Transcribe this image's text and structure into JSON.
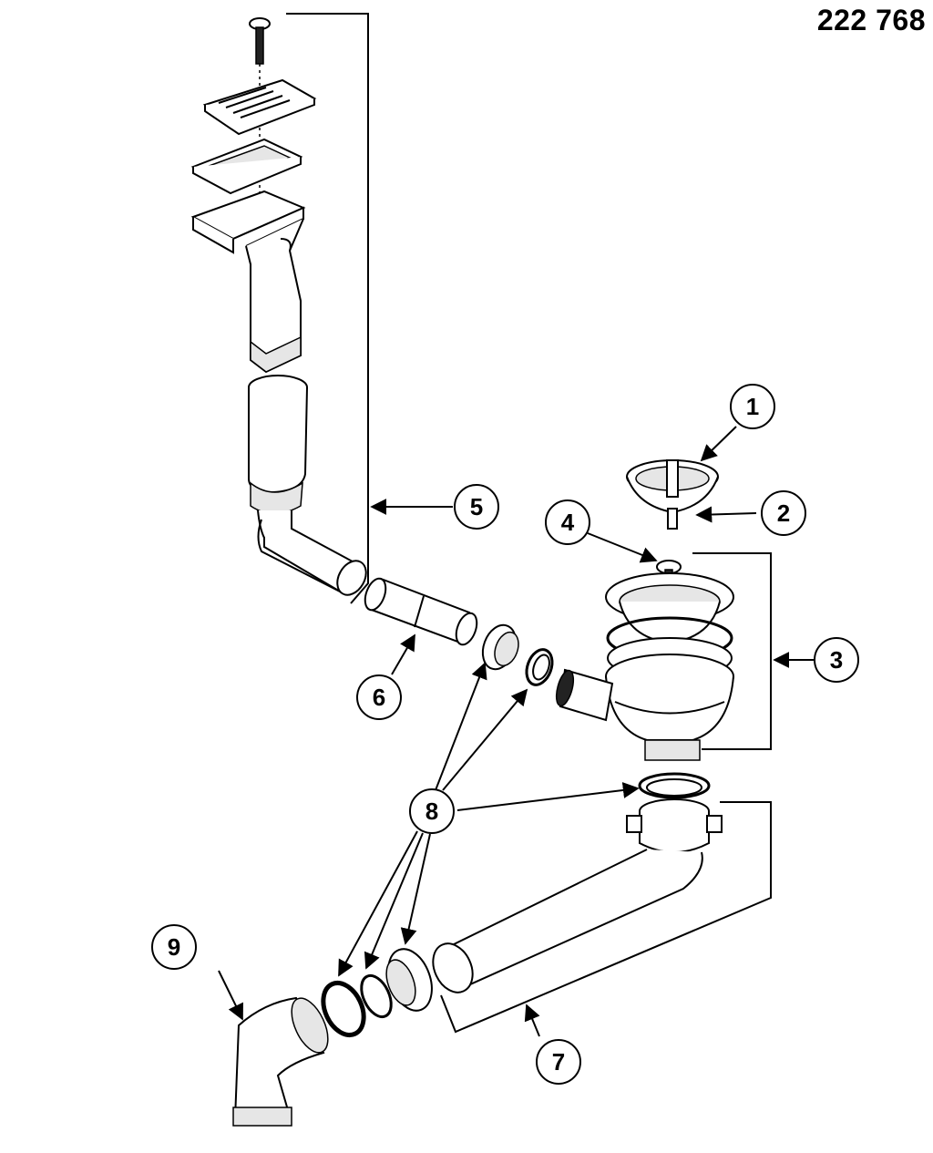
{
  "header": {
    "part_number": "222 768"
  },
  "callouts": [
    {
      "label": "1"
    },
    {
      "label": "2"
    },
    {
      "label": "3"
    },
    {
      "label": "4"
    },
    {
      "label": "5"
    },
    {
      "label": "6"
    },
    {
      "label": "7"
    },
    {
      "label": "8"
    },
    {
      "label": "9"
    }
  ]
}
